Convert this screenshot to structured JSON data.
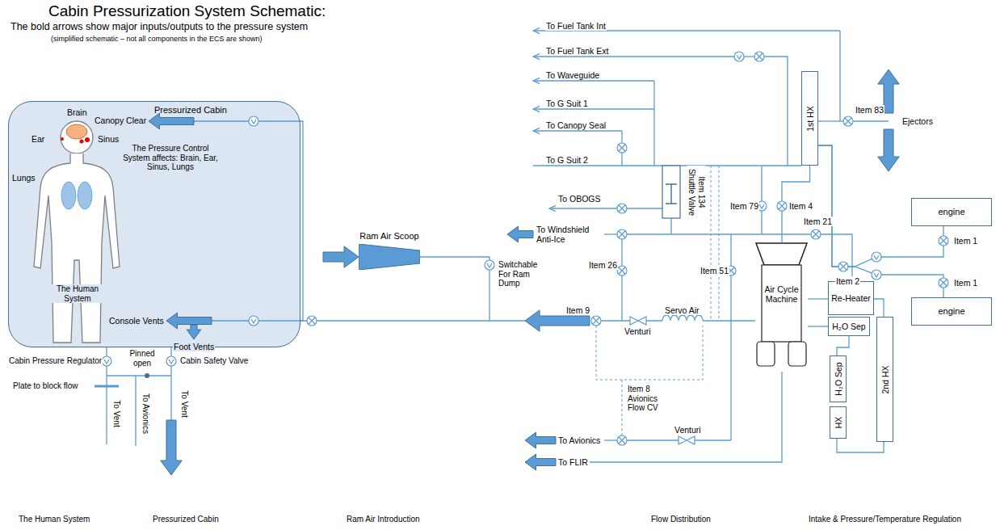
{
  "diagram": {
    "title": "Cabin Pressurization System Schematic:",
    "nodes": [
      {
        "text": [
          "Pressurized Cabin"
        ]
      },
      {
        "text": [
          "Ram Air Scoop"
        ]
      },
      {
        "text": [
          "1st HX"
        ]
      },
      {
        "text": [
          "engine"
        ]
      },
      {
        "text": [
          "Air Cycle Machine"
        ]
      },
      {
        "text": [
          "Re-Heater"
        ]
      },
      {
        "text": [
          "engine"
        ]
      },
      {
        "text": [
          "H₂O Sep"
        ]
      },
      {
        "text": [
          "H₂O Sep"
        ]
      },
      {
        "text": [
          "2nd HX"
        ]
      },
      {
        "text": [
          "HX"
        ]
      }
    ],
    "edges": [
      {
        "from": 1,
        "to": 0,
        "arrow": "none"
      },
      {
        "from": 3,
        "to": 2,
        "arrow": "none"
      },
      {
        "from": 6,
        "to": 2,
        "arrow": "none"
      },
      {
        "from": 2,
        "to": 4,
        "arrow": "none"
      },
      {
        "from": 4,
        "to": 5,
        "arrow": "none"
      }
    ],
    "labels": [
      "The bold arrows show major inputs/outputs to the pressure system",
      "(simplified schematic – not all components in the ECS are shown)",
      "Brain",
      "Ear",
      "Sinus",
      "Lungs",
      "The Pressure Control System affects: Brain, Ear, Sinus, Lungs",
      "The Human System",
      "Canopy Clear",
      "Console Vents",
      "Foot Vents",
      "Cabin Pressure Regulator",
      "Pinned open",
      "Cabin Safety Valve",
      "Plate to block flow",
      "To Vent",
      "To Avionics",
      "To Vent",
      "Switchable For Ram Dump",
      "To Fuel Tank Int",
      "To Fuel Tank Ext",
      "To Waveguide",
      "To G Suit 1",
      "To Canopy Seal",
      "To G Suit 2",
      "To OBOGS",
      "Item 134 Shuttle Valve",
      "To Windshield Anti-Ice",
      "Item 79",
      "Item 4",
      "Item 21",
      "Item 26",
      "Item 51",
      "Item 9",
      "Venturi",
      "Servo Air",
      "Item 8 Avionics Flow CV",
      "Venturi",
      "To Avionics",
      "To FLIR",
      "Item 83",
      "Ejectors",
      "Item 2",
      "Item 1",
      "Item 1",
      "The Human System",
      "Pressurized Cabin",
      "Ram Air Introduction",
      "Flow Distribution",
      "Intake & Pressure/Temperature Regulation"
    ]
  }
}
